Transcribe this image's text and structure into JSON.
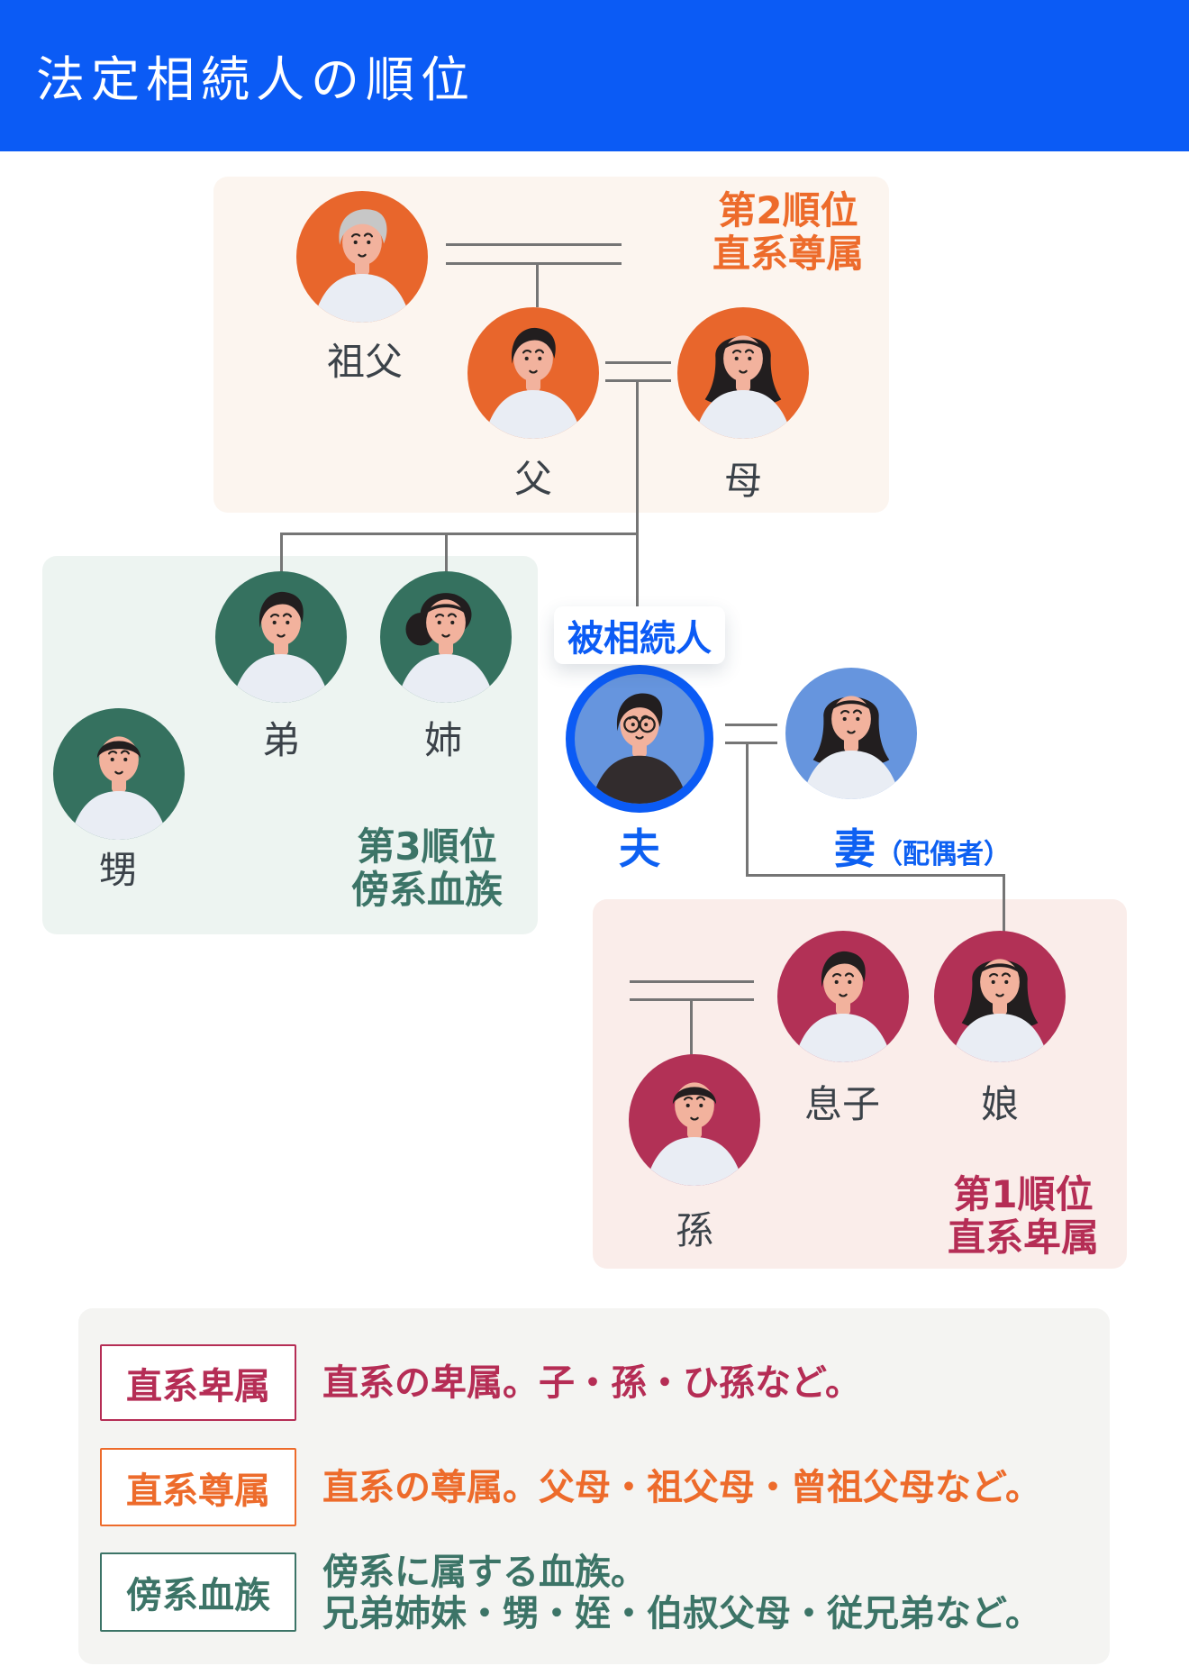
{
  "header": {
    "title": "法定相続人の順位"
  },
  "decedent_tag": "被相続人",
  "ranks": {
    "second": {
      "line1": "第2順位",
      "line2": "直系尊属"
    },
    "third": {
      "line1": "第3順位",
      "line2": "傍系血族"
    },
    "first": {
      "line1": "第1順位",
      "line2": "直系卑属"
    }
  },
  "people": {
    "grandfather": {
      "label": "祖父"
    },
    "father": {
      "label": "父"
    },
    "mother": {
      "label": "母"
    },
    "brother": {
      "label": "弟"
    },
    "sister": {
      "label": "姉"
    },
    "nephew": {
      "label": "甥"
    },
    "husband": {
      "label": "夫"
    },
    "wife": {
      "label": "妻",
      "suffix": "（配偶者）"
    },
    "son": {
      "label": "息子"
    },
    "daughter": {
      "label": "娘"
    },
    "grandchild": {
      "label": "孫"
    }
  },
  "legend": {
    "rows": [
      {
        "term": "直系卑属",
        "desc": "直系の卑属。子・孫・ひ孫など。"
      },
      {
        "term": "直系尊属",
        "desc": "直系の尊属。父母・祖父母・曾祖父母など。"
      },
      {
        "term": "傍系血族",
        "desc": "傍系に属する血族。",
        "desc2": "兄弟姉妹・甥・姪・伯叔父母・従兄弟など。"
      }
    ]
  },
  "colors": {
    "header_blue": "#0B5BF5",
    "highlight_ring_blue": "#0B5BF5",
    "spouse_avatar_blue": "#6695DE",
    "ascendant_orange": "#E8662C",
    "ascendant_text_orange": "#ED6B2B",
    "collateral_teal": "#35715F",
    "collateral_text_teal": "#3C7467",
    "descendant_crimson": "#B23156",
    "descendant_text_crimson": "#B52D55",
    "panel_cream": "#FCF5EF",
    "panel_teal": "#EDF4F1",
    "panel_pink": "#FAEDEA",
    "panel_legend": "#F4F4F2"
  }
}
